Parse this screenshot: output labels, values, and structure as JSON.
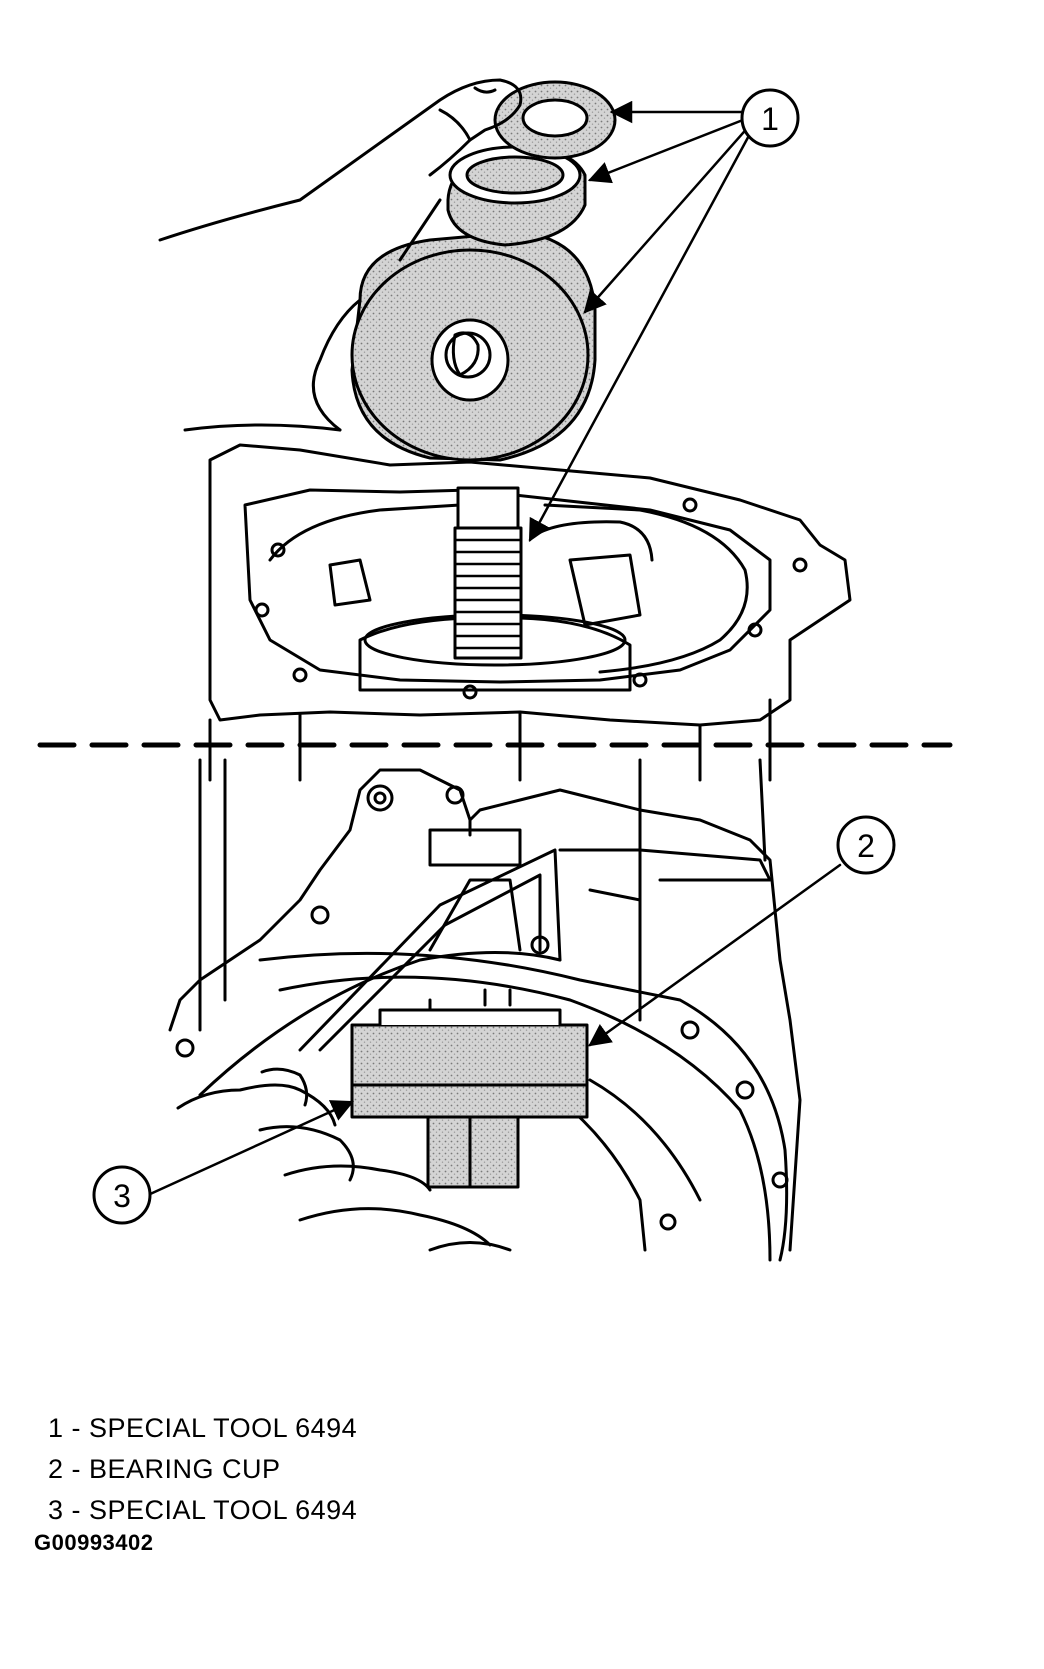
{
  "callouts": [
    {
      "number": "1"
    },
    {
      "number": "2"
    },
    {
      "number": "3"
    }
  ],
  "legend": [
    {
      "text": "1 - SPECIAL TOOL 6494"
    },
    {
      "text": "2 - BEARING CUP"
    },
    {
      "text": "3 - SPECIAL TOOL 6494"
    }
  ],
  "figure_id": "G00993402",
  "colors": {
    "ink": "#000000",
    "tool_fill": "#c9c9c9",
    "paper": "#ffffff"
  }
}
